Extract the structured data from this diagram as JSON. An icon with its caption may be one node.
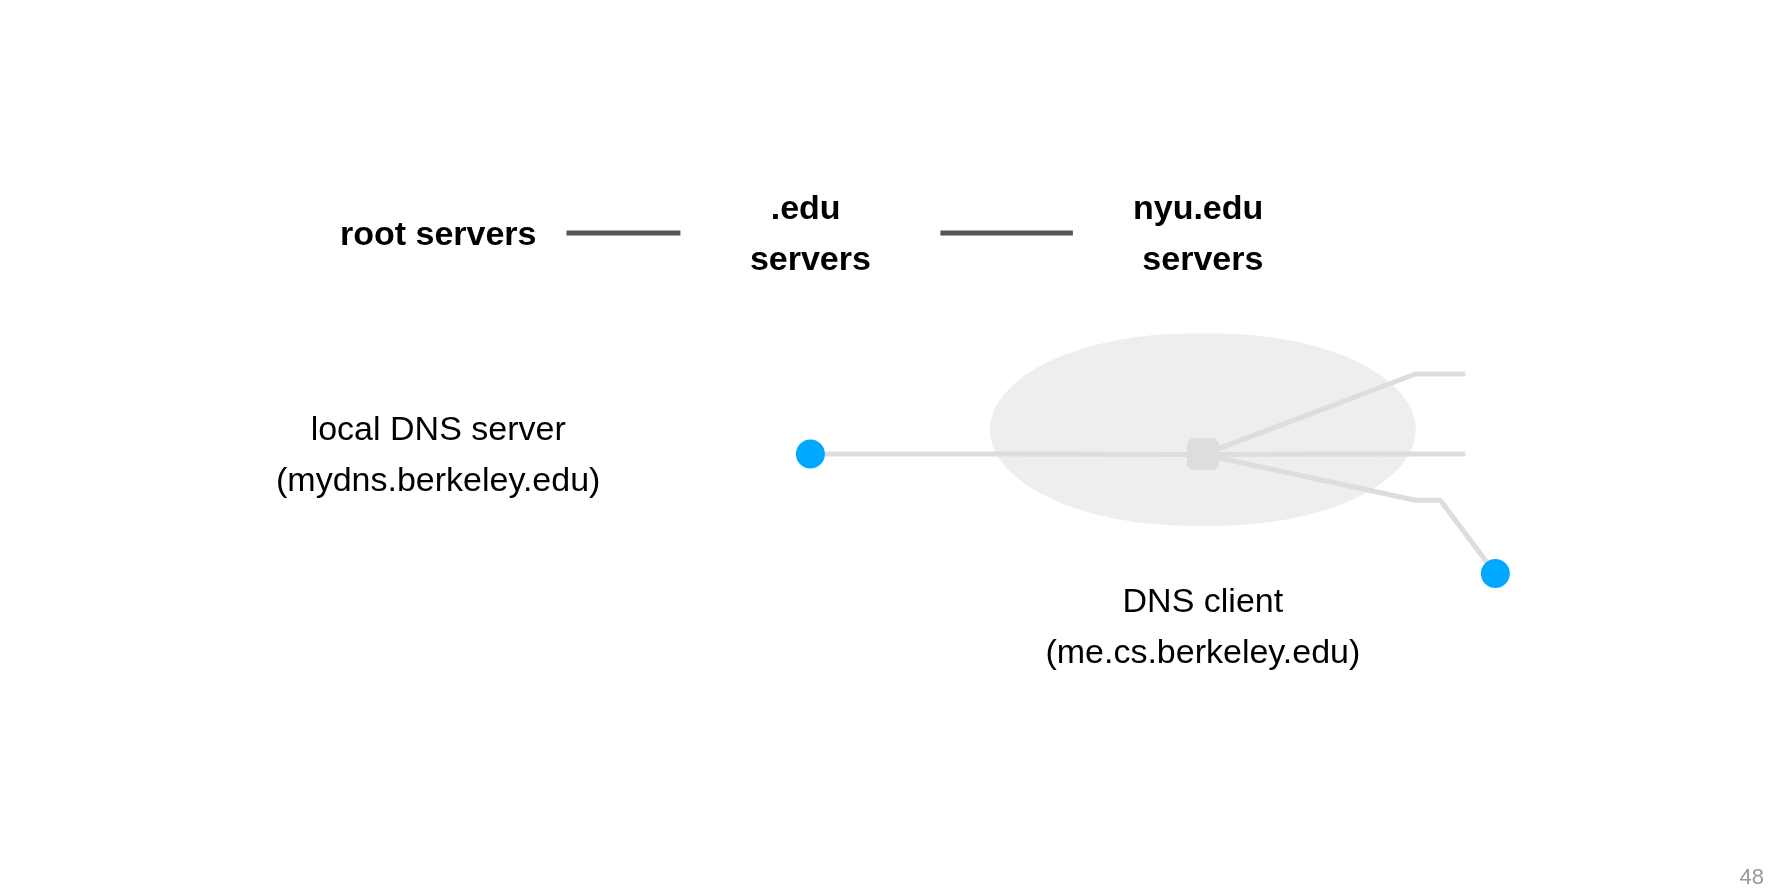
{
  "diagram": {
    "nodes": [
      {
        "text": [
          "root servers"
        ]
      },
      {
        "text": [
          ".edu servers"
        ]
      },
      {
        "text": [
          "nyu.edu servers"
        ]
      },
      {
        "text": [],
        "shape": "circle",
        "beside": [
          "local DNS server",
          "(mydns.berkeley.edu)"
        ]
      },
      {
        "text": [],
        "shape": "ellipse"
      },
      {
        "text": [],
        "shape": "box",
        "in": 4
      },
      {
        "text": [],
        "shape": "circle",
        "beside": [
          "DNS client",
          "(me.cs.berkeley.edu)"
        ]
      }
    ],
    "edges": [
      {
        "from": 0,
        "to": 1,
        "arrow": "none",
        "color": "#555555"
      },
      {
        "from": 1,
        "to": 2,
        "arrow": "none",
        "color": "#555555"
      },
      {
        "from": 3,
        "to": 5,
        "arrow": "none",
        "color": "#dddddd"
      },
      {
        "from": 5,
        "to": 6,
        "arrow": "none",
        "color": "#dddddd"
      },
      {
        "from": 5,
        "to": null,
        "arrow": "none",
        "color": "#dddddd"
      },
      {
        "from": 5,
        "to": null,
        "arrow": "none",
        "color": "#dddddd"
      }
    ],
    "labels": [
      "48"
    ]
  }
}
